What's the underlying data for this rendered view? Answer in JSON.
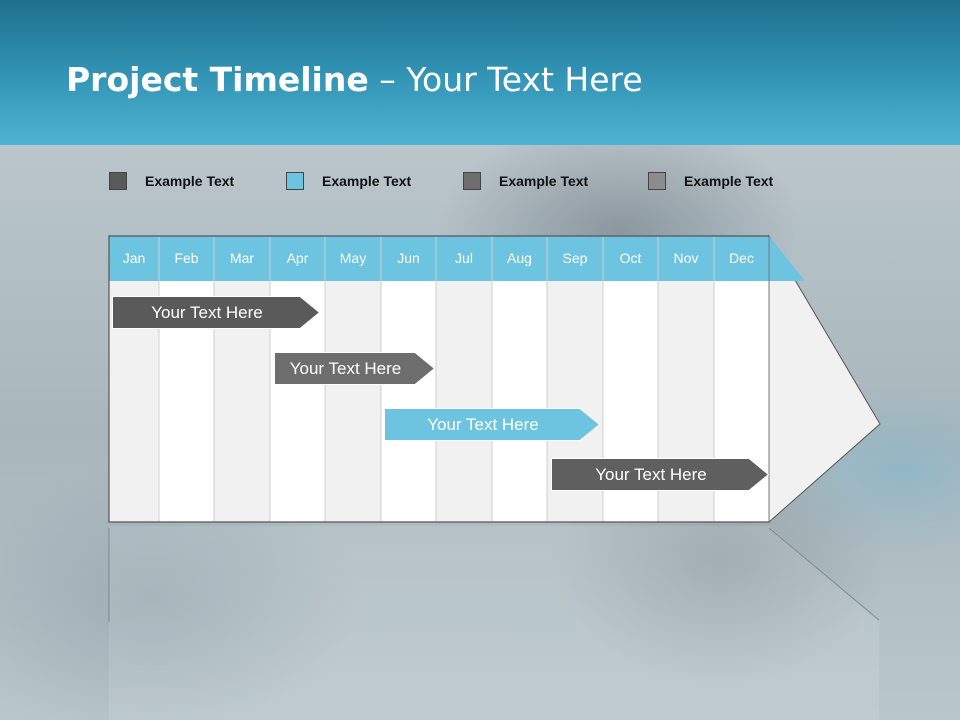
{
  "title": {
    "bold": "Project Timeline",
    "rest": " – Your Text Here"
  },
  "legend": [
    {
      "label": "Example Text",
      "color": "#5a5a5a"
    },
    {
      "label": "Example Text",
      "color": "#6cc4e0"
    },
    {
      "label": "Example Text",
      "color": "#6e6e6e"
    },
    {
      "label": "Example Text",
      "color": "#8c8c8c"
    }
  ],
  "months": [
    "Jan",
    "Feb",
    "Mar",
    "Apr",
    "May",
    "Jun",
    "Jul",
    "Aug",
    "Sep",
    "Oct",
    "Nov",
    "Dec"
  ],
  "tasks": [
    {
      "label": "Your  Text Here",
      "color": "#5a5a5a"
    },
    {
      "label": "Your  Text Here",
      "color": "#6e6e6e"
    },
    {
      "label": "Your  Text Here",
      "color": "#6cc4e0"
    },
    {
      "label": "Your  Text Here",
      "color": "#5f5f5f"
    }
  ],
  "colors": {
    "header_top": "#1e6f8d",
    "header_bottom": "#4eb3d3",
    "month_band": "#6cc4e0"
  }
}
